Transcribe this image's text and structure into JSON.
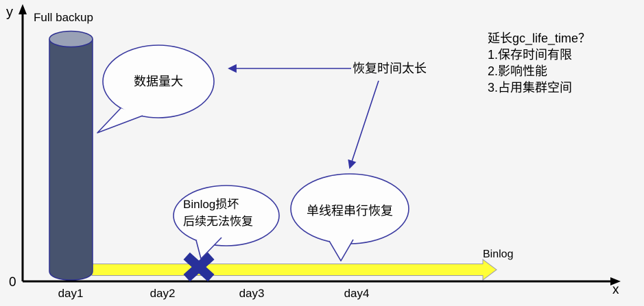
{
  "diagram": {
    "axes": {
      "y_label": "y",
      "x_label": "x",
      "origin_label": "0"
    },
    "cylinder_label": "Full backup",
    "days": [
      "day1",
      "day2",
      "day3",
      "day4"
    ],
    "binlog_label": "Binlog",
    "bubbles": {
      "data_volume": "数据量大",
      "binlog_corrupt_line1": "Binlog损坏",
      "binlog_corrupt_line2": "后续无法恢复",
      "single_thread": "单线程串行恢复"
    },
    "recovery_label": "恢复时间太长",
    "gc_note": {
      "title": "延长gc_life_time？",
      "item1": "1.保存时间有限",
      "item2": "2.影响性能",
      "item3": "3.占用集群空间"
    },
    "colors": {
      "background": "#f5f5f5",
      "cylinder_body": "#47536e",
      "cylinder_top": "#99a1b6",
      "outline_navy": "#2e3191",
      "bubble_stroke": "#3a3aa0",
      "arrow_blue": "#3333a2",
      "x_mark": "#28309a",
      "binlog_yellow": "#ffff38"
    }
  }
}
